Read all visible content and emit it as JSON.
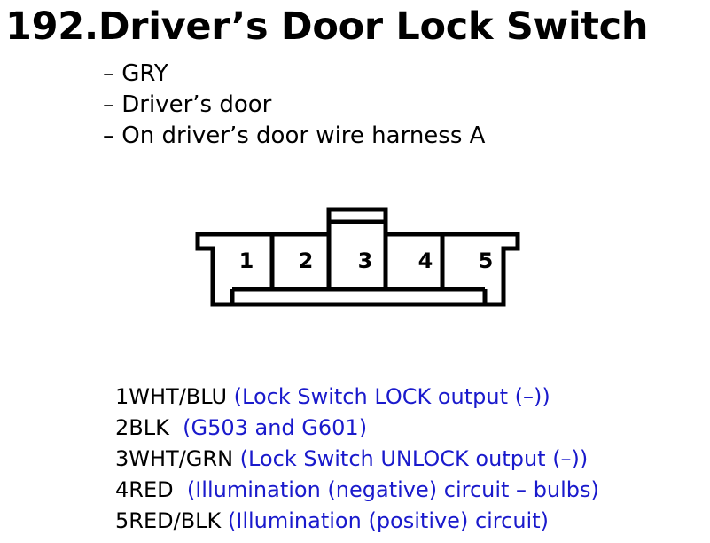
{
  "title": "192.Driver’s Door Lock Switch",
  "info_lines": [
    "– GRY",
    "– Driver’s door",
    "– On driver’s door wire harness A"
  ],
  "connector": {
    "cavity_labels": [
      "1",
      "2",
      "3",
      "4",
      "5"
    ]
  },
  "pins": [
    {
      "number": "1",
      "wire": "WHT/BLU",
      "description": " (Lock Switch LOCK output (–))"
    },
    {
      "number": "2",
      "wire": "BLK",
      "description": "  (G503 and G601)"
    },
    {
      "number": "3",
      "wire": "WHT/GRN",
      "description": " (Lock Switch UNLOCK output (–))"
    },
    {
      "number": "4",
      "wire": "RED",
      "description": "  (Illumination (negative) circuit – bulbs)"
    },
    {
      "number": "5",
      "wire": "RED/BLK",
      "description": " (Illumination (positive) circuit)"
    }
  ],
  "colors": {
    "description_text": "#1a1acc",
    "line": "#000000"
  }
}
